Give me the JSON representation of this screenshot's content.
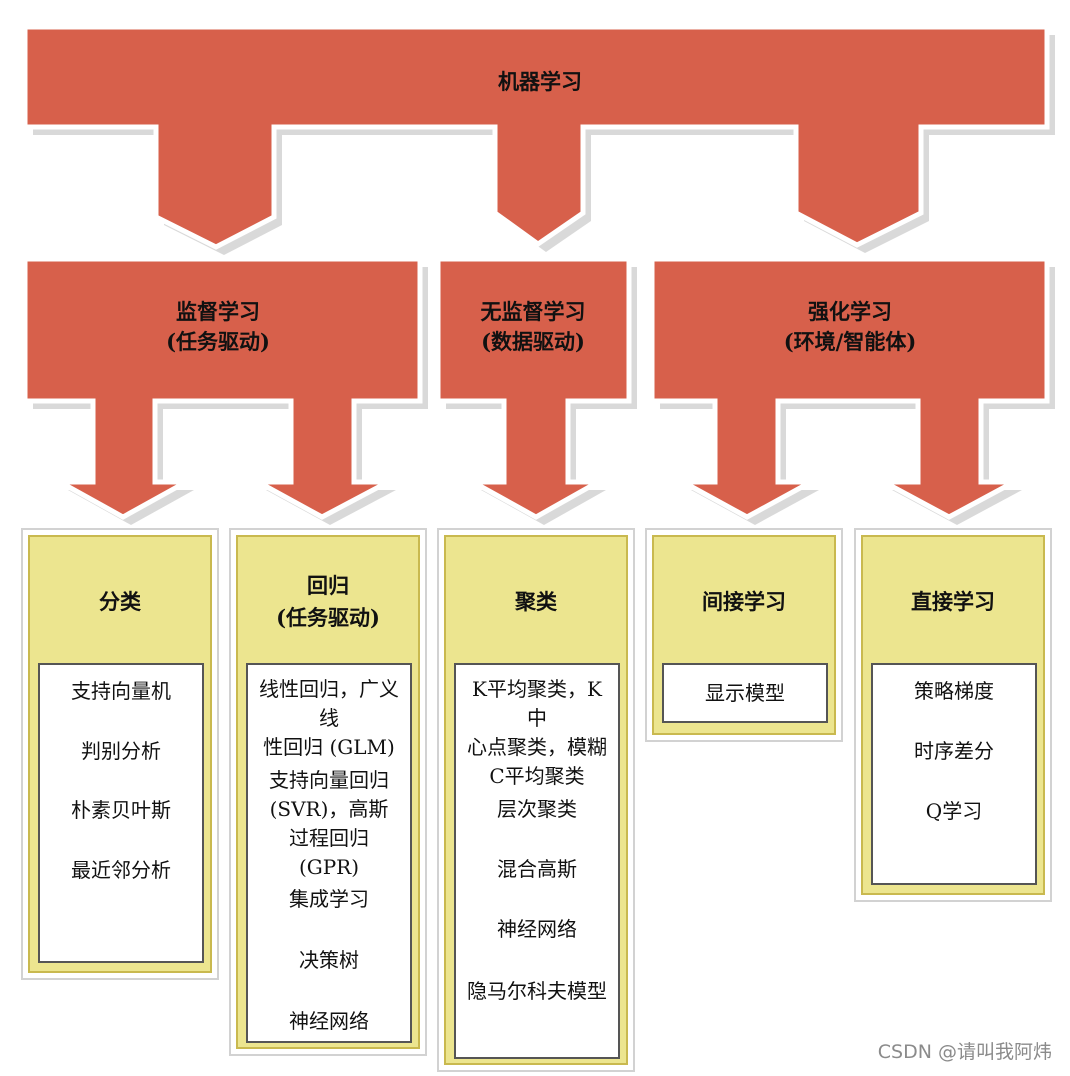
{
  "top": {
    "title": "机器学习"
  },
  "categories": [
    {
      "title": "监督学习",
      "subtitle": "(任务驱动)"
    },
    {
      "title": "无监督学习",
      "subtitle": "(数据驱动)"
    },
    {
      "title": "强化学习",
      "subtitle": "(环境/智能体)"
    }
  ],
  "panels": [
    {
      "title": "分类",
      "subtitle": "",
      "items": [
        "支持向量机",
        "判别分析",
        "朴素贝叶斯",
        "最近邻分析"
      ]
    },
    {
      "title": "回归",
      "subtitle": "(任务驱动)",
      "items": [
        "线性回归，广义线\n性回归 (GLM)",
        "支持向量回归\n(SVR)，高斯\n过程回归 (GPR)",
        "集成学习",
        "决策树",
        "神经网络"
      ]
    },
    {
      "title": "聚类",
      "subtitle": "",
      "items": [
        "K平均聚类，K中\n心点聚类，模糊\nC平均聚类",
        "层次聚类",
        "混合高斯",
        "神经网络",
        "隐马尔科夫模型"
      ]
    },
    {
      "title": "间接学习",
      "subtitle": "",
      "items": [
        "显示模型"
      ]
    },
    {
      "title": "直接学习",
      "subtitle": "",
      "items": [
        "策略梯度",
        "时序差分",
        "Q学习"
      ]
    }
  ],
  "watermark": "CSDN @请叫我阿炜",
  "colors": {
    "red": "#d7604b",
    "yellow": "#ece58f",
    "inner_box": "#ffffff"
  }
}
